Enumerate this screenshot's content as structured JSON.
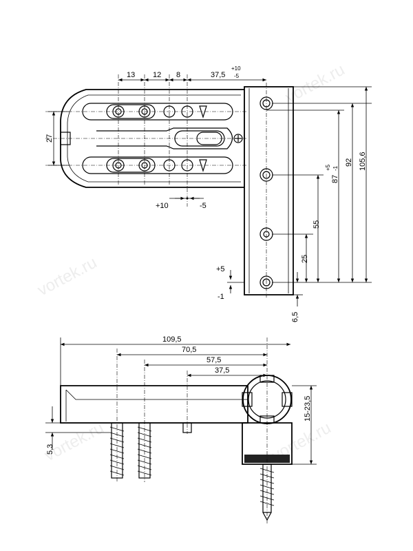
{
  "top_view": {
    "dims": {
      "d13": "13",
      "d12": "12",
      "d8": "8",
      "d37_5": "37,5",
      "tol_plus10": "+10",
      "tol_minus5": "-5",
      "d27": "27",
      "adj_plus10": "+10",
      "adj_minus5": "-5",
      "v_plus5": "+5",
      "v_minus1": "-1",
      "d6_5": "6,5",
      "d25": "25",
      "d55": "55",
      "d87": "87",
      "d87_tol_plus": "+5",
      "d87_tol_minus": "-1",
      "d92": "92",
      "d105_6": "105,6"
    }
  },
  "side_view": {
    "dims": {
      "d109_5": "109,5",
      "d70_5": "70,5",
      "d57_5": "57,5",
      "d37_5": "37,5",
      "d15_23_5": "15-23,5",
      "d5_3": "5,3"
    }
  },
  "watermark": "vortek.ru"
}
